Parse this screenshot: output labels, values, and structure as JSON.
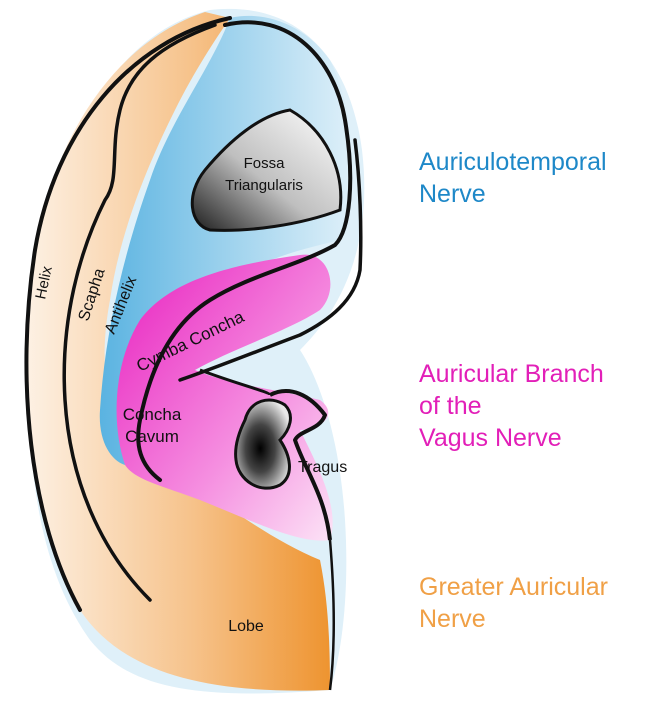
{
  "labels": {
    "helix": "Helix",
    "scapha": "Scapha",
    "antihelix": "Antihelix",
    "fossa_line1": "Fossa",
    "fossa_line2": "Triangularis",
    "cymba_concha": "Cymba Concha",
    "concha_line1": "Concha",
    "concha_line2": "Cavum",
    "tragus": "Tragus",
    "lobe": "Lobe"
  },
  "nerves": {
    "auriculotemporal": {
      "line1": "Auriculotemporal",
      "line2": "Nerve",
      "color": "#1e88c8"
    },
    "vagus": {
      "line1": "Auricular Branch",
      "line2": "of the",
      "line3": "Vagus Nerve",
      "color": "#e21fb8"
    },
    "greater_auricular": {
      "line1": "Greater Auricular",
      "line2": "Nerve",
      "color": "#f0a046"
    }
  },
  "colors": {
    "orange_region": "#f09a3a",
    "blue_region": "#5bb4e2",
    "magenta_region": "#ea2bc2",
    "outline": "#111111"
  }
}
